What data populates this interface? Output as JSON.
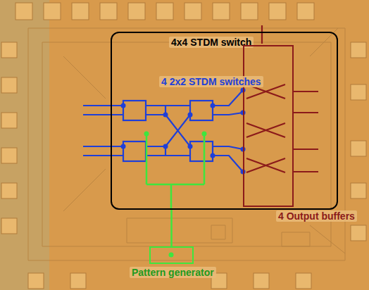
{
  "diagram": {
    "nodes": [
      {
        "text": [
          "4x4 STDM switch"
        ]
      },
      {
        "text": [
          "4 Output buffers"
        ],
        "in": 0
      },
      {
        "text": [
          "Pattern generator"
        ]
      }
    ],
    "edges": [
      {
        "from": 2,
        "to": 0,
        "arrow": "none"
      }
    ],
    "labels": [
      "4 2x2 STDM switches"
    ]
  }
}
